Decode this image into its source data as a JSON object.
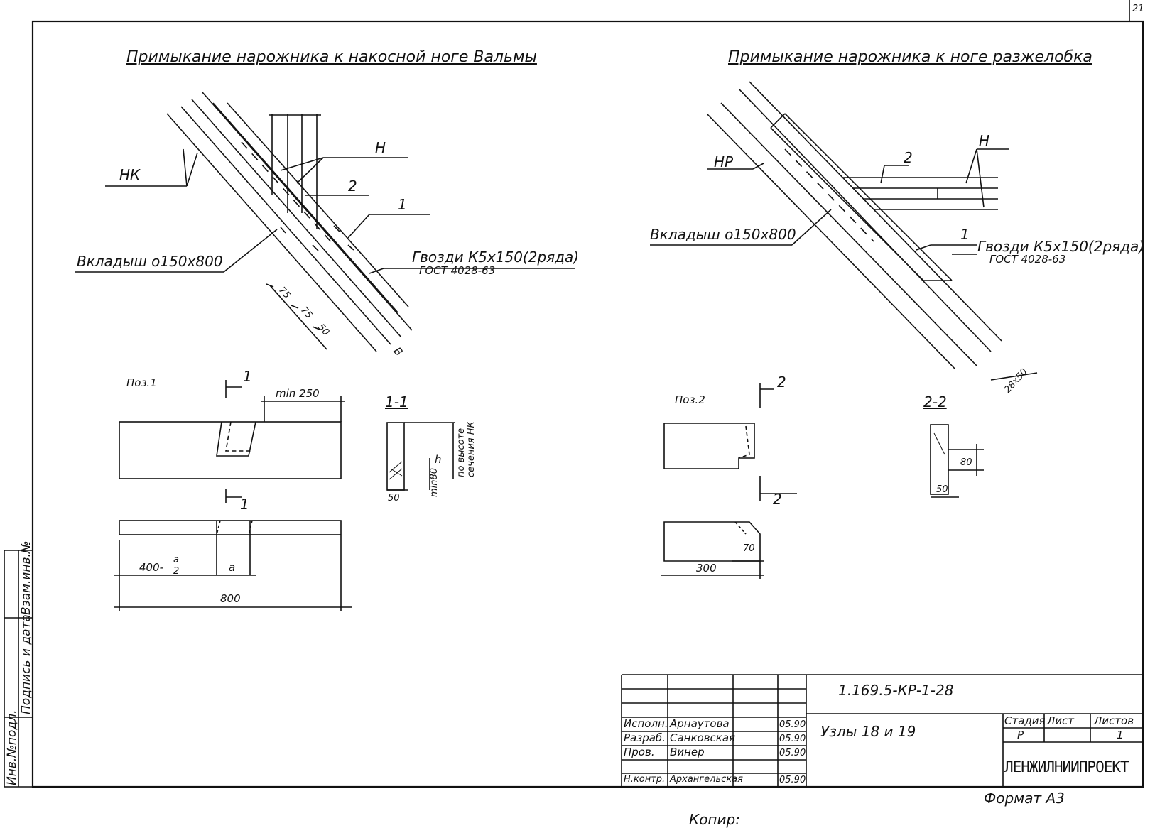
{
  "left_title": "Примыкание нарожника к накосной ноге Вальмы",
  "right_title": "Примыкание нарожника к ноге разжелобка",
  "left_labels": {
    "hk": "НК",
    "h": "Н",
    "n2": "2",
    "n1": "1",
    "insert": "Вкладыш о150х800",
    "nails": "Гвозди К5х150(2ряда)",
    "gost": "ГОСТ 4028-63",
    "d75a": "75",
    "d75b": "75",
    "d50": "50",
    "b": "В"
  },
  "right_labels": {
    "hp": "НР",
    "h": "Н",
    "n2": "2",
    "n1": "1",
    "insert": "Вкладыш о150х800",
    "nails": "Гвозди К5х150(2ряда)",
    "gost": "ГОСТ 4028-63",
    "dim": "28х50"
  },
  "pos1": {
    "title": "Поз.1",
    "cut": "1",
    "min": "min 250",
    "section": "1-1",
    "d50": "50",
    "min80": "min80",
    "h": "h",
    "note1": "по высоте",
    "note2": "сечения НК",
    "dimA": "400-",
    "frac_num": "a",
    "frac_den": "2",
    "a": "a",
    "total": "800"
  },
  "pos2": {
    "title": "Поз.2",
    "cut": "2",
    "section": "2-2",
    "d80": "80",
    "d50": "50",
    "d70": "70",
    "d300": "300"
  },
  "side_stamp": {
    "inv": "Инв.№подл.",
    "sign": "Подпись и дата",
    "replace": "Взам.инв.№"
  },
  "title_block": {
    "code": "1.169.5-КР-1-28",
    "name": "Узлы 18 и 19",
    "rows": [
      {
        "role": "Исполн.",
        "name": "Арнаутова",
        "date": "05.90"
      },
      {
        "role": "Разраб.",
        "name": "Санковская",
        "date": "05.90"
      },
      {
        "role": "Пров.",
        "name": "Винер",
        "date": "05.90"
      },
      {
        "role": "Н.контр.",
        "name": "Архангельская",
        "date": "05.90"
      }
    ],
    "stage_hdr": "Стадия",
    "sheet_hdr": "Лист",
    "sheets_hdr": "Листов",
    "stage": "Р",
    "sheets": "1",
    "org": "ЛЕНЖИЛНИИПРОЕКТ"
  },
  "format": "Формат А3",
  "copy": "Копир:",
  "sheet_num": "21"
}
